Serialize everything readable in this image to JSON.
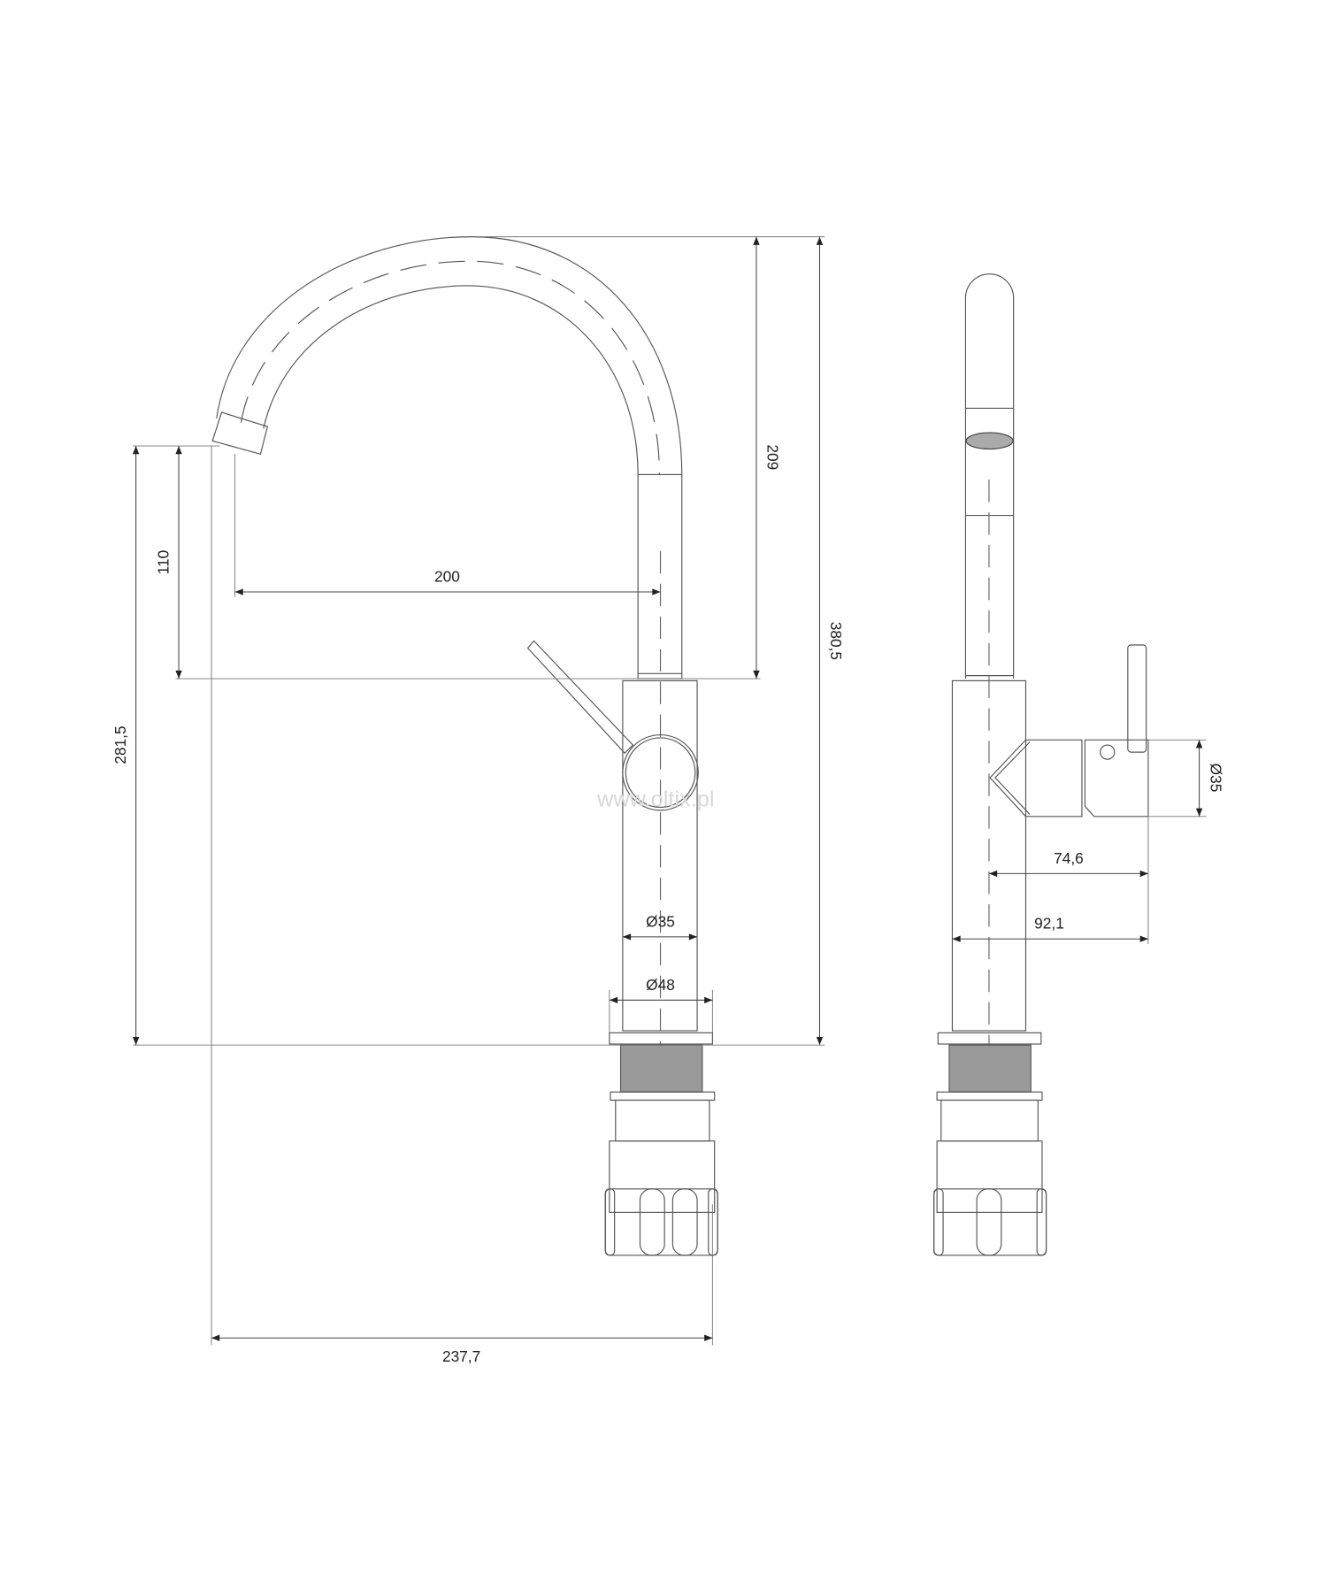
{
  "drawing": {
    "title": "Faucet technical drawing",
    "watermark": "www.oltix.pl",
    "line_color": "#555555",
    "front_view": {
      "dimensions": {
        "spout_height": "209",
        "total_height": "380,5",
        "outlet_height": "110",
        "outlet_to_deck": "281,5",
        "spout_reach": "200",
        "body_diameter": "Ø35",
        "flange_diameter": "Ø48",
        "total_width": "237,7"
      }
    },
    "side_view": {
      "dimensions": {
        "cartridge_diameter": "Ø35",
        "lever_offset": "74,6",
        "total_depth": "92,1"
      }
    }
  }
}
